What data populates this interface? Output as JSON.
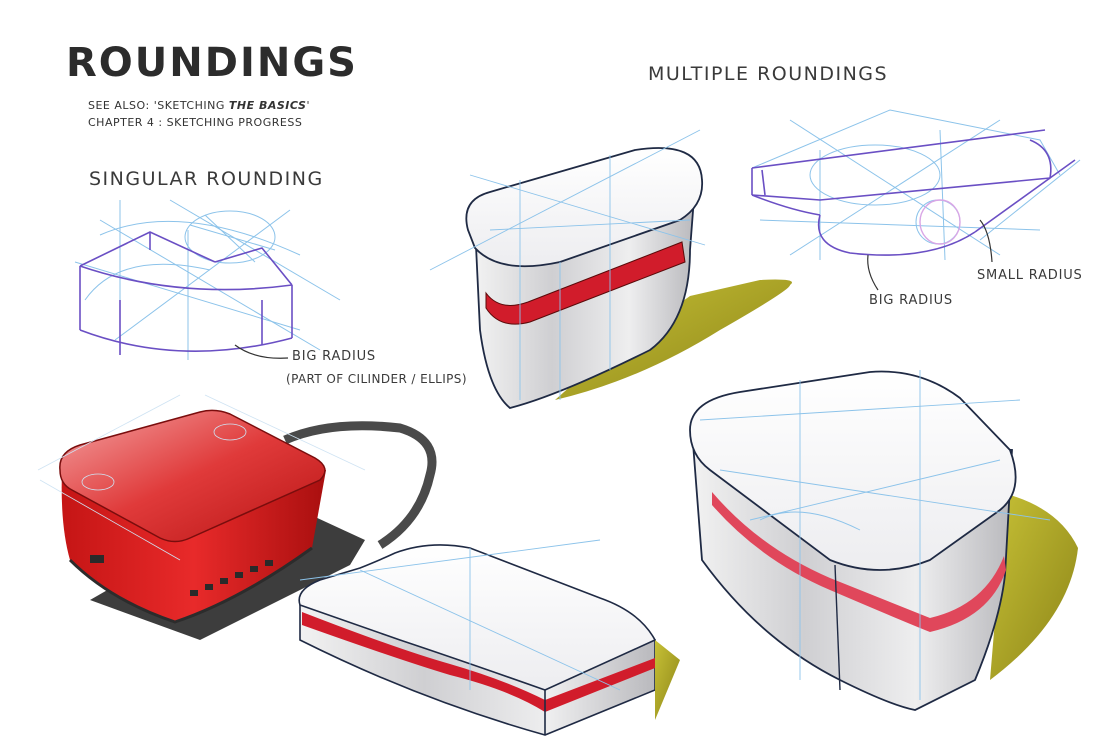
{
  "header": {
    "title": "ROUNDINGS",
    "see_also_prefix": "SEE ALSO: ",
    "see_also_quote_open": "'SKETCHING ",
    "see_also_emph": "THE BASICS",
    "see_also_quote_close": "'",
    "chapter": "CHAPTER 4 : SKETCHING PROGRESS"
  },
  "sections": {
    "singular": "SINGULAR ROUNDING",
    "multiple": "MULTIPLE ROUNDINGS"
  },
  "labels": {
    "big_radius_singular": "BIG RADIUS",
    "big_radius_note": "(PART OF CILINDER / ELLIPS)",
    "small_radius": "SMALL RADIUS",
    "big_radius_multiple": "BIG RADIUS"
  },
  "colors": {
    "construction_blue": "#8cc3ea",
    "outline_purple": "#6a4fc4",
    "accent_red": "#d92121",
    "shadow_olive": "#b9b22a",
    "ink": "#2f3a4a"
  }
}
